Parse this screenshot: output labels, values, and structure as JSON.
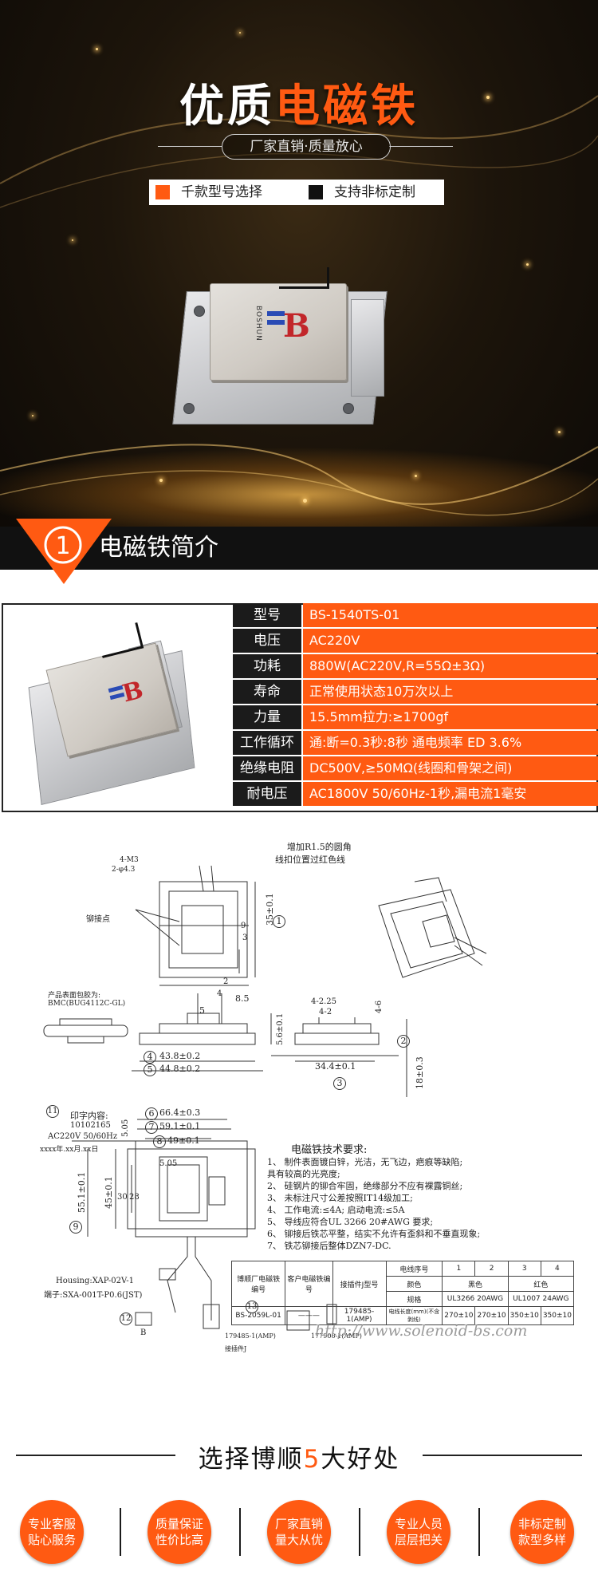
{
  "hero": {
    "title_part1": "优质",
    "title_part2": "电磁铁",
    "tagline": "厂家直销·质量放心",
    "feature1": "千款型号选择",
    "feature2": "支持非标定制",
    "feature1_color": "#ff5a12",
    "feature2_color": "#111111",
    "product_logo_text": "BOSHUN"
  },
  "section1": {
    "number": "1",
    "title": "电磁铁简介"
  },
  "specs": [
    {
      "key": "型号",
      "value": "BS-1540TS-01"
    },
    {
      "key": "电压",
      "value": "AC220V"
    },
    {
      "key": "功耗",
      "value": "880W(AC220V,R=55Ω±3Ω)"
    },
    {
      "key": "寿命",
      "value": "正常使用状态10万次以上"
    },
    {
      "key": "力量",
      "value": "15.5mm拉力:≥1700gf"
    },
    {
      "key": "工作循环",
      "value": "通:断=0.3秒:8秒 通电频率 ED 3.6%"
    },
    {
      "key": "绝缘电阻",
      "value": "DC500V,≥50MΩ(线圈和骨架之间)"
    },
    {
      "key": "耐电压",
      "value": "AC1800V 50/60Hz-1秒,漏电流1毫安"
    }
  ],
  "drawing": {
    "note_r15": "增加R1.5的圆角",
    "note_wire": "线扣位置过红色线",
    "note_rivet": "铆接点",
    "note_material_1": "产品表面包胶为:",
    "note_material_2": "BMC(BUG4112C-GL)",
    "dim_4m": "4-M3",
    "dim_2_43": "2-φ4.3",
    "dim_35": "35±0.1",
    "dim_9": "9",
    "dim_3": "3",
    "dim_2": "2",
    "dim_4": "4",
    "dim_8_5": "8.5",
    "dim_5": "5",
    "dim_5_6": "5.6±0.1",
    "dim_4_2_25": "4-2.25",
    "dim_4_2": "4-2",
    "dim_4_6": "4-6",
    "dim_43_8": "43.8±0.2",
    "dim_44_8": "44.8±0.2",
    "dim_34_4": "34.4±0.1",
    "dim_18": "18±0.3",
    "dim_66_4": "66.4±0.3",
    "dim_59_1": "59.1±0.1",
    "dim_49": "49±0.1",
    "dim_5_05_a": "5.05",
    "dim_5_05_b": "5.05",
    "dim_55_1": "55.1±0.1",
    "dim_45": "45±0.1",
    "dim_30": "30",
    "dim_28": "28",
    "circle_labels": [
      "1",
      "2",
      "3",
      "4",
      "5",
      "6",
      "7",
      "8",
      "9",
      "11",
      "12",
      "13"
    ],
    "print_content": [
      "印字内容:",
      "10102165",
      "AC220V 50/60Hz",
      "xxxx年.xx月.xx日"
    ],
    "housing": [
      "Housing:XAP-02V-1",
      "端子:SXA-001T-P0.6(JST)"
    ],
    "tech_title": "电磁铁技术要求:",
    "tech_reqs": [
      "1、 制件表面镀白锌，光洁，无飞边，疤痕等缺陷;",
      "     具有较高的光亮度;",
      "2、 硅钢片的铆合牢固，绝缘部分不应有裸露铜丝;",
      "3、 未标注尺寸公差按照IT14级加工;",
      "4、 工作电流:≤4A; 启动电流:≤5A",
      "5、 导线应符合UL 3266 20#AWG 要求;",
      "6、 铆接后铁芯平整，结实不允许有歪斜和不垂直现象;",
      "7、 铁芯铆接后整体DZN7-DC."
    ],
    "table": {
      "h_factory": "博顺厂电磁铁编号",
      "h_customer": "客户电磁铁编号",
      "h_connector": "接插件J型号",
      "h_wire_no": "电线序号",
      "wire_nos": [
        "1",
        "2",
        "3",
        "4"
      ],
      "h_color": "颜色",
      "color_black": "黑色",
      "color_red": "红色",
      "h_spec": "规格",
      "spec_black": "UL3266 20AWG",
      "spec_red": "UL1007 24AWG",
      "factory_no": "BS-2059L-01",
      "customer_no": "———",
      "connector_no": "179485-1(AMP)",
      "h_length": "电线长度(mm)(不含剥线)",
      "lengths": [
        "270±10",
        "270±10",
        "350±10",
        "350±10"
      ]
    },
    "conn_label_1": "179485-1(AMP)",
    "conn_label_2": "177900-1(AMP)",
    "conn_label_3": "接插件J",
    "conn_b": "B",
    "watermark": "http://www.solenoid-bs.com"
  },
  "benefits": {
    "title_part1": "选择博顺",
    "title_num": "5",
    "title_part2": "大好处",
    "items": [
      {
        "line1": "专业客服",
        "line2": "贴心服务"
      },
      {
        "line1": "质量保证",
        "line2": "性价比高"
      },
      {
        "line1": "厂家直销",
        "line2": "量大从优"
      },
      {
        "line1": "专业人员",
        "line2": "层层把关"
      },
      {
        "line1": "非标定制",
        "line2": "款型多样"
      }
    ]
  }
}
